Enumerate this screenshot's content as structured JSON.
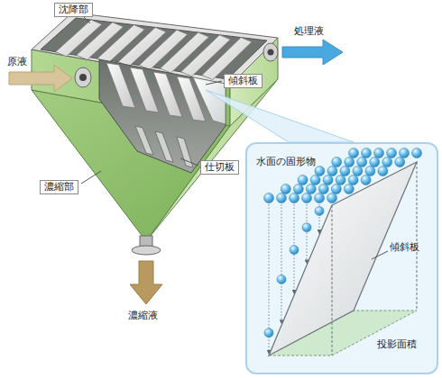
{
  "diagram": {
    "nodes": [
      {
        "text": [
          "水面の固形物"
        ]
      }
    ],
    "labels": [
      "沈降部",
      "原液",
      "処理液",
      "傾斜板",
      "仕切板",
      "濃縮部",
      "濃縮液",
      "傾斜板",
      "投影面積"
    ]
  }
}
